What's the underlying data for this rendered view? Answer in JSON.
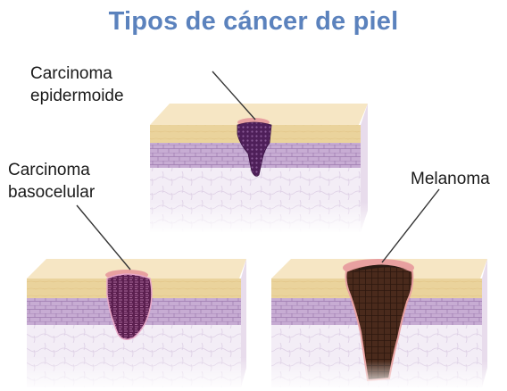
{
  "title": "Tipos de cáncer de piel",
  "labels": {
    "squamous_line1": "Carcinoma",
    "squamous_line2": "epidermoide",
    "basal_line1": "Carcinoma",
    "basal_line2": "basocelular",
    "melanoma": "Melanoma"
  },
  "colors": {
    "title": "#5b82bd",
    "skin_top": "#f5e3bd",
    "epidermis": "#ead39c",
    "basal_layer": "#b89ac8",
    "dermis": "#efe8f3",
    "squamous_tumor": "#4e1f59",
    "basal_tumor": "#6a2a5e",
    "melanoma_tumor": "#4a2a1c",
    "inflamed": "#e8a0a0"
  }
}
